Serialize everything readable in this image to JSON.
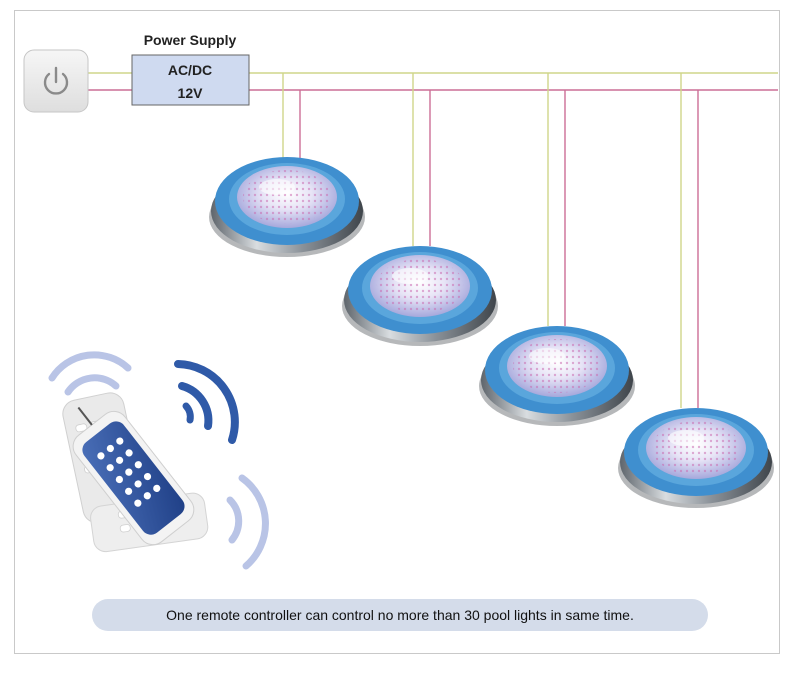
{
  "power_supply": {
    "title": "Power Supply",
    "line1": "AC/DC",
    "line2": "12V"
  },
  "icons": {
    "power_switch": "power-icon",
    "remote": "remote-control-icon",
    "signal": "wireless-signal-icon",
    "light": "pool-light-icon"
  },
  "colors": {
    "wire_positive": "#cfd68a",
    "wire_negative": "#cc6e96",
    "light_ring": "#3f8fcf",
    "light_steel": "#9aa1a8",
    "signal_dark": "#2f5aa8",
    "signal_light": "#b9c4e6",
    "caption_bg": "#d4dcea"
  },
  "lights_count": 4,
  "caption": "One remote controller can control no more than 30 pool lights in same time."
}
